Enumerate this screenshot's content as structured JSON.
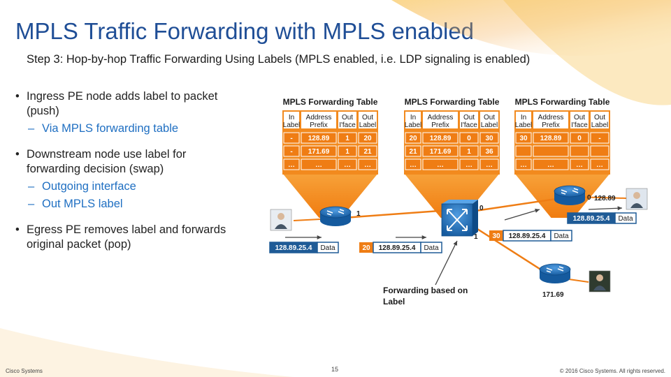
{
  "title": "MPLS Traffic Forwarding with MPLS enabled",
  "subtitle": "Step 3: Hop-by-hop Traffic Forwarding Using Labels (MPLS enabled, i.e. LDP signaling is enabled)",
  "bullets": [
    {
      "text": "Ingress PE node adds label to packet (push)",
      "subs": [
        "Via MPLS forwarding table"
      ]
    },
    {
      "text": "Downstream node use label for forwarding decision (swap)",
      "subs": [
        "Outgoing interface",
        "Out MPLS label"
      ]
    },
    {
      "text": "Egress PE removes label and forwards original packet (pop)",
      "subs": []
    }
  ],
  "tables": [
    {
      "title": "MPLS Forwarding Table",
      "headers": [
        "In\nLabel",
        "Address\nPrefix",
        "Out\nI'face",
        "Out\nLabel"
      ],
      "rows": [
        [
          "-",
          "128.89",
          "1",
          "20"
        ],
        [
          "-",
          "171.69",
          "1",
          "21"
        ],
        [
          "…",
          "…",
          "…",
          "…"
        ]
      ]
    },
    {
      "title": "MPLS Forwarding Table",
      "headers": [
        "In\nLabel",
        "Address\nPrefix",
        "Out\nI'face",
        "Out\nLabel"
      ],
      "rows": [
        [
          "20",
          "128.89",
          "0",
          "30"
        ],
        [
          "21",
          "171.69",
          "1",
          "36"
        ],
        [
          "…",
          "…",
          "…",
          "…"
        ]
      ]
    },
    {
      "title": "MPLS Forwarding Table",
      "headers": [
        "In\nLabel",
        "Address\nPrefix",
        "Out\nI'face",
        "Out\nLabel"
      ],
      "rows": [
        [
          "30",
          "128.89",
          "0",
          "-"
        ],
        [
          "",
          "",
          "",
          ""
        ],
        [
          "…",
          "…",
          "…",
          "…"
        ]
      ]
    }
  ],
  "interfaces": {
    "pe1_out": "1",
    "p_out0": "0",
    "p_out1": "1",
    "pe2_in": "0"
  },
  "prefixes": {
    "upper": "128.89",
    "lower": "171.69"
  },
  "packets": [
    {
      "label": "",
      "address": "128.89.25.4",
      "data": "Data"
    },
    {
      "label": "20",
      "address": "128.89.25.4",
      "data": "Data"
    },
    {
      "label": "30",
      "address": "128.89.25.4",
      "data": "Data"
    },
    {
      "label": "",
      "address": "128.89.25.4",
      "data": "Data"
    }
  ],
  "annotation": "Forwarding based on\nLabel",
  "footer": {
    "left": "Cisco Systems",
    "page": "15",
    "right": "© 2016  Cisco Systems. All rights reserved."
  },
  "colors": {
    "title": "#1f4e96",
    "sub_bullet": "#1f6fc2",
    "header_orange": "#f28a1e",
    "row_orange": "#ef7d14",
    "packet_blue": "#1f5b96",
    "router_blue": "#1f6fb5"
  }
}
